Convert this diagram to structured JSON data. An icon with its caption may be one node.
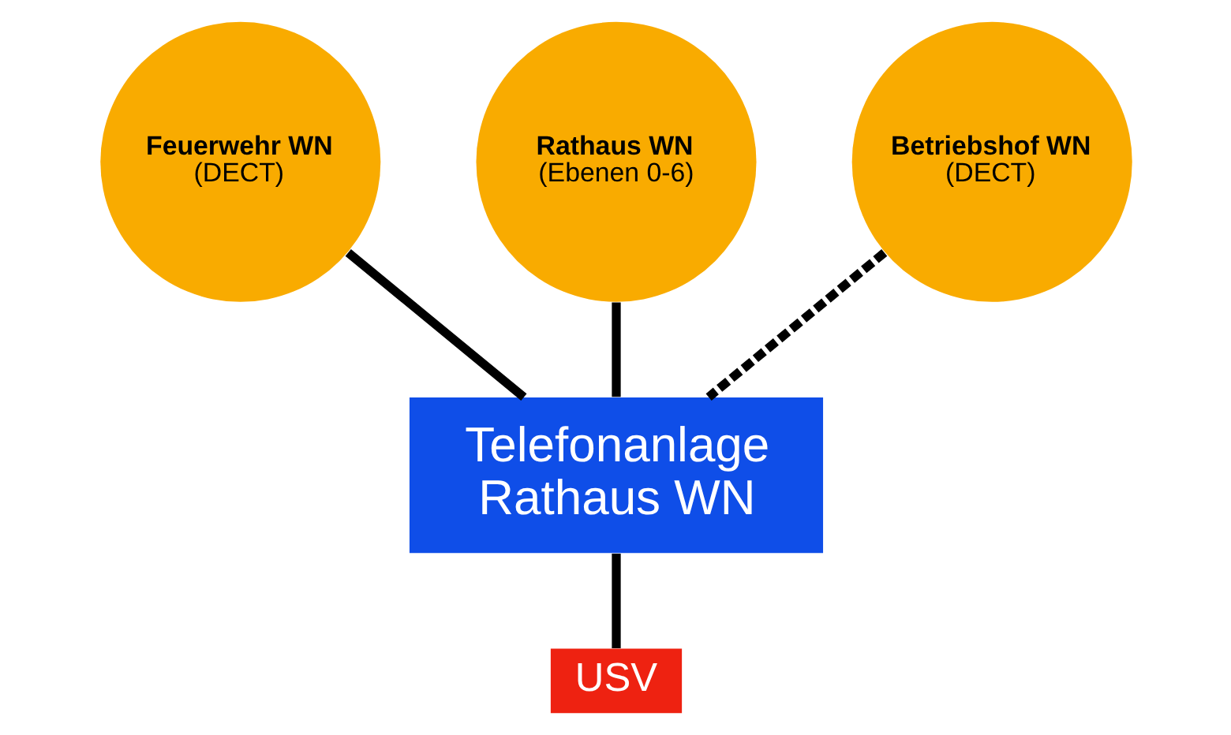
{
  "diagram": {
    "nodes": [
      {
        "text": [
          "Feuerwehr WN",
          "(DECT)"
        ]
      },
      {
        "text": [
          "Rathaus WN",
          "(Ebenen 0-6)"
        ]
      },
      {
        "text": [
          "Betriebshof WN",
          "(DECT)"
        ]
      },
      {
        "text": [
          "Telefonanlage Rathaus WN"
        ]
      },
      {
        "text": [
          "USV"
        ]
      }
    ],
    "edges": [
      {
        "from": 0,
        "to": 3,
        "arrow": "none"
      },
      {
        "from": 1,
        "to": 3,
        "arrow": "none"
      },
      {
        "from": 2,
        "to": 3,
        "arrow": "none",
        "style": "dashed"
      },
      {
        "from": 3,
        "to": 4,
        "arrow": "none"
      }
    ]
  }
}
